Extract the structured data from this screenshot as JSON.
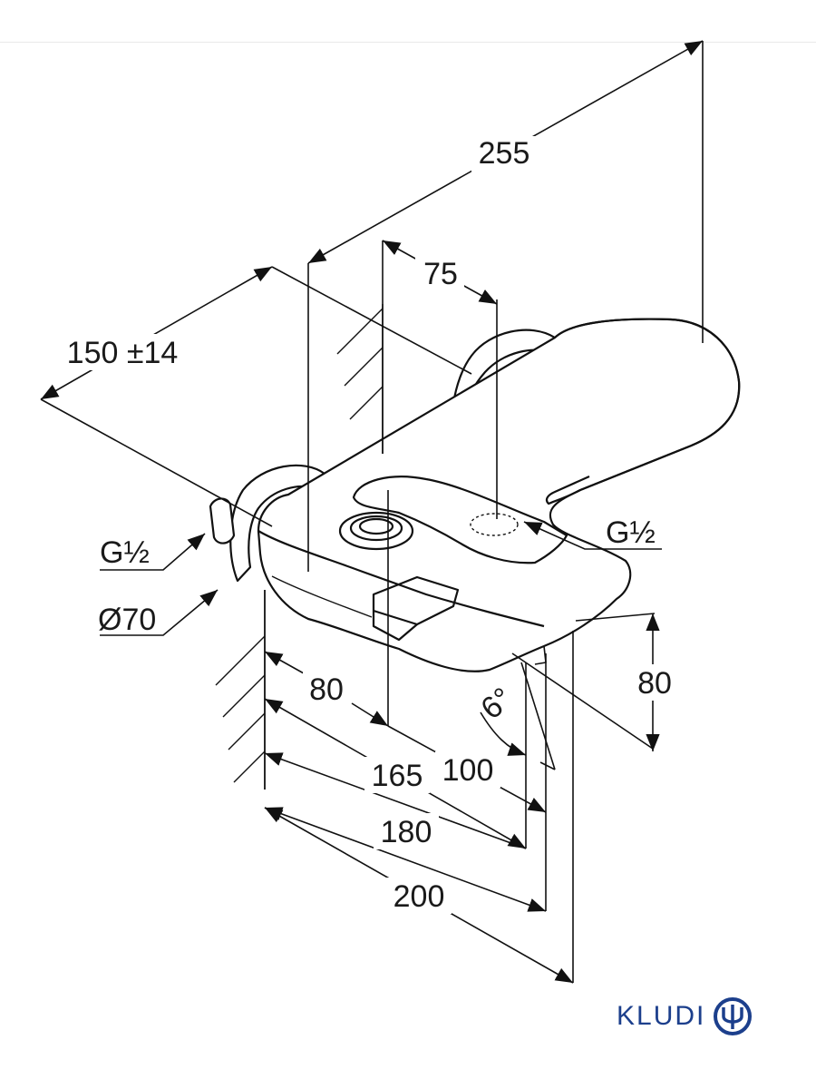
{
  "dimensions": {
    "d255": "255",
    "d75": "75",
    "d150": "150 ±14",
    "g_left": "G½",
    "d70": "Ø70",
    "g_right": "G½",
    "d80_v": "80",
    "d80_h": "80",
    "d6": "6°",
    "d100": "100",
    "d165": "165",
    "d180": "180",
    "d200": "200"
  },
  "brand": {
    "name": "KLUDI",
    "color": "#1c3f8c",
    "logo_icon": "kludi-trident-icon"
  }
}
